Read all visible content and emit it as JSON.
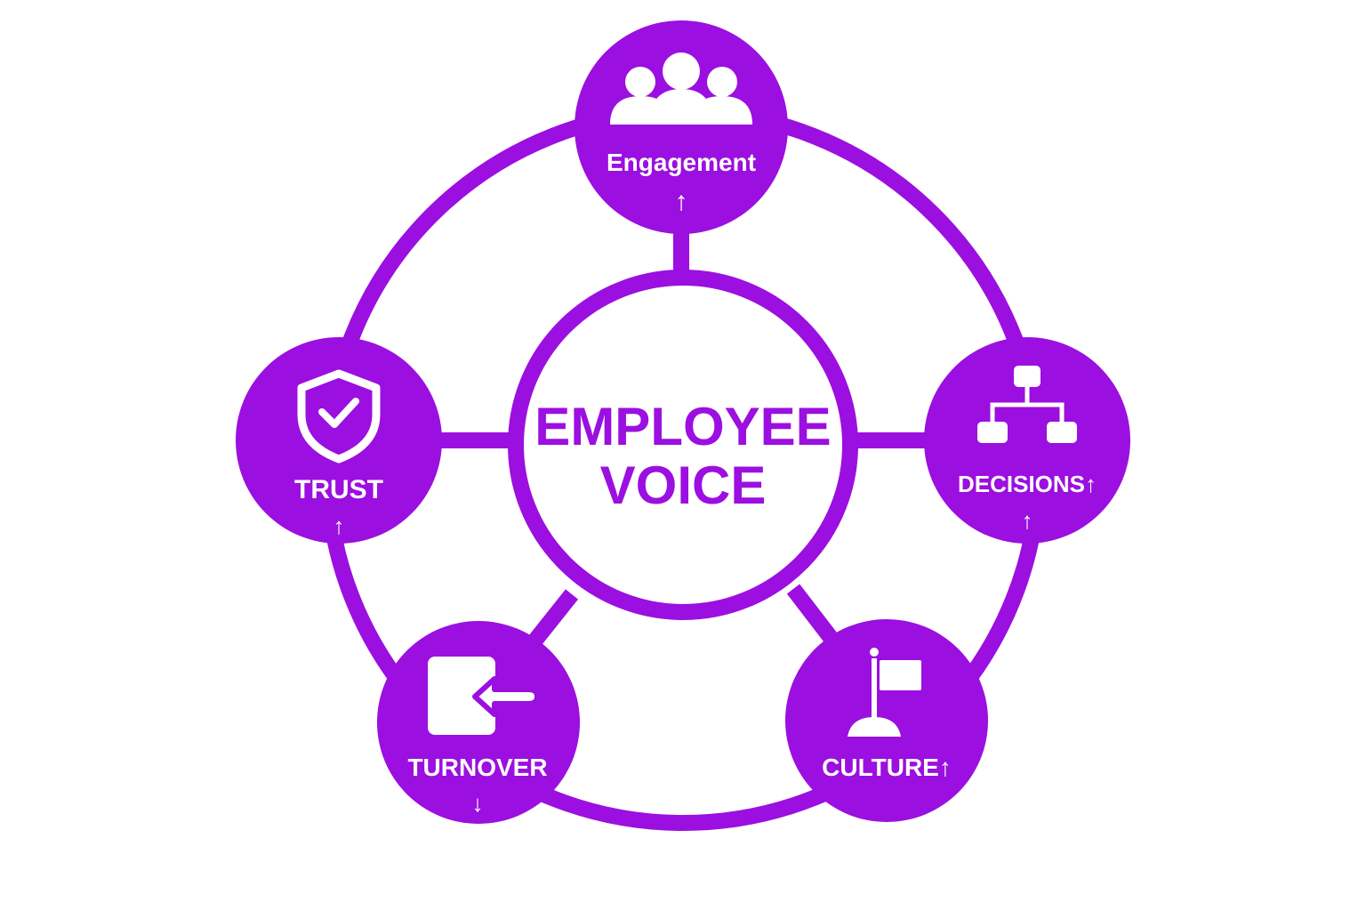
{
  "center": {
    "line1": "EMPLOYEE",
    "line2": "VOICE"
  },
  "nodes": {
    "engagement": {
      "label": "Engagement",
      "arrow": "↑",
      "icon": "people-group-icon"
    },
    "decisions": {
      "label": "DECISIONS↑",
      "arrow": "↑",
      "icon": "org-chart-icon"
    },
    "culture": {
      "label": "CULTURE↑",
      "icon": "flag-icon"
    },
    "turnover": {
      "label": "TURNOVER",
      "arrow": "↓",
      "icon": "exit-door-icon"
    },
    "trust": {
      "label": "TRUST",
      "arrow": "↑",
      "icon": "shield-check-icon"
    }
  },
  "colors": {
    "primary": "#9b0fe0",
    "background": "#ffffff"
  }
}
